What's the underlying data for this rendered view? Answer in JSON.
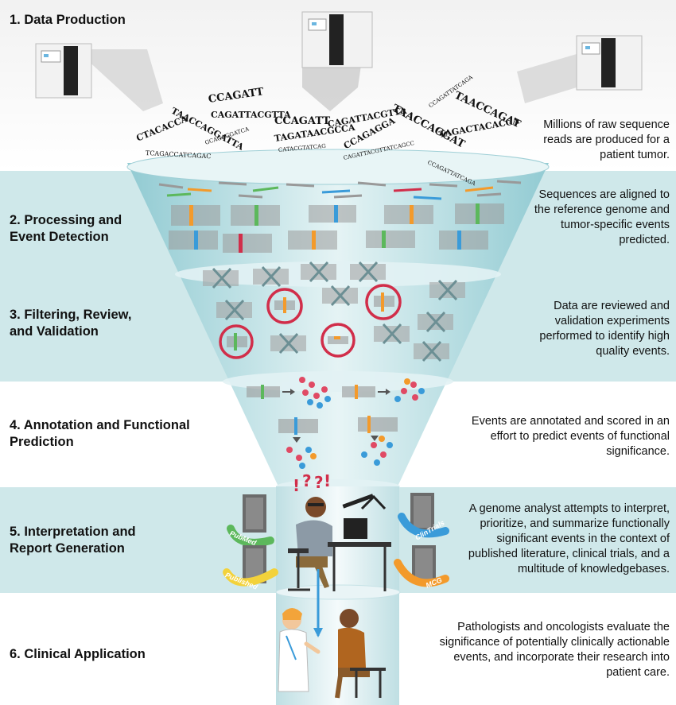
{
  "stages": [
    {
      "title": "1. Data Production",
      "description": "Millions of raw sequence reads are produced for a patient tumor."
    },
    {
      "title": "2. Processing and\nEvent Detection",
      "description": "Sequences are aligned to the reference genome and tumor-specific events predicted."
    },
    {
      "title": "3. Filtering, Review,\nand Validation",
      "description": "Data are reviewed and validation experiments performed to identify high quality events."
    },
    {
      "title": "4. Annotation and Functional\nPrediction",
      "description": "Events are annotated and scored in an effort to predict events of  functional significance."
    },
    {
      "title": "5. Interpretation and\nReport Generation",
      "description": "A genome analyst attempts to interpret, prioritize, and summarize functionally significant events in the context of published literature, clinical trials, and a multitude of knowledgebases."
    },
    {
      "title": "6. Clinical Application",
      "description": "Pathologists and oncologists evaluate the significance of potentially clinically actionable events, and incorporate their research into patient care."
    }
  ],
  "sequence_reads": [
    "CCAGATT",
    "TAACCAGGATTA",
    "CAGATTACGTTA",
    "CTACACCA",
    "CCAGATT",
    "CAGATTACGTTA",
    "TAACCAGGAT",
    "TAACCAGAT",
    "TAGATAACGCCA",
    "CCAGAGGA",
    "TAGACTACACCA",
    "CCAGATTATCAGA",
    "TCAGACCATCAGAC",
    "GCAGAGGATCA",
    "CATACGTATCAG",
    "CAGATTACGTTATCAGCC",
    "CCAGATTATCAGA"
  ],
  "databases": [
    "PubMed",
    "ClinTrials",
    "Published",
    "MCG"
  ],
  "colors": {
    "band_teal": "#cfe8ea",
    "funnel": "#a9d6dc",
    "highlight": "#d12e4a",
    "accent_orange": "#f39a2b",
    "accent_green": "#5cb85c",
    "accent_blue": "#3a9bd9"
  }
}
